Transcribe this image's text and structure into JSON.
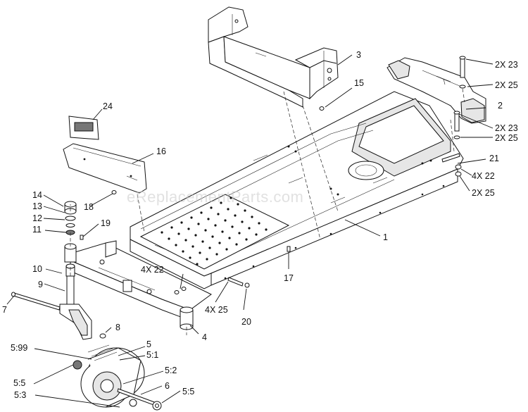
{
  "watermark": "eReplacementParts.com",
  "labels": {
    "l1": "1",
    "l2": "2",
    "l3": "3",
    "l4": "4",
    "l5": "5",
    "l5_1": "5:1",
    "l5_2": "5:2",
    "l5_3": "5:3",
    "l5_5a": "5:5",
    "l5_5b": "5:5",
    "l5_99": "5:99",
    "l6": "6",
    "l7": "7",
    "l8": "8",
    "l9": "9",
    "l10": "10",
    "l11": "11",
    "l12": "12",
    "l13": "13",
    "l14": "14",
    "l15": "15",
    "l16": "16",
    "l17": "17",
    "l18": "18",
    "l19": "19",
    "l20": "20",
    "l21": "21",
    "l22a": "4X 22",
    "l22b": "4X 22",
    "l23a": "2X 23",
    "l23b": "2X 23",
    "l24": "24",
    "l25a": "2X 25",
    "l25b": "2X 25",
    "l25c": "2X 25",
    "l25d": "4X 25"
  }
}
